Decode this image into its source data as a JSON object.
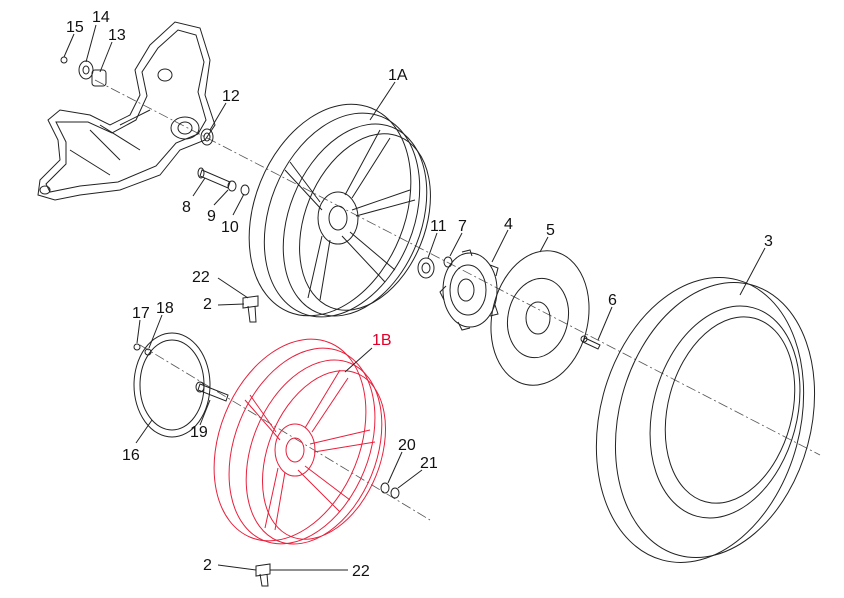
{
  "labels": {
    "l15": "15",
    "l14": "14",
    "l13": "13",
    "l12": "12",
    "l1A": "1A",
    "l8": "8",
    "l9": "9",
    "l10": "10",
    "l11": "11",
    "l7": "7",
    "l4": "4",
    "l5": "5",
    "l3": "3",
    "l22a": "22",
    "l2a": "2",
    "l6": "6",
    "l17": "17",
    "l18": "18",
    "l1B": "1B",
    "l16": "16",
    "l19": "19",
    "l20": "20",
    "l21": "21",
    "l2b": "2",
    "l22b": "22"
  },
  "colors": {
    "ink": "#222222",
    "highlight": "#e8203c",
    "highlight_text": "#e0002a"
  }
}
